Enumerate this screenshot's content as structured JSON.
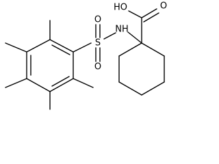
{
  "molecule": {
    "atoms": {
      "sulfur": "S",
      "sulfonyl_oxygen_top": "O",
      "sulfonyl_oxygen_bottom": "O",
      "amine_nh": "NH",
      "hydroxyl": "HO",
      "carbonyl_oxygen": "O"
    }
  },
  "colors": {
    "bond": "#000000",
    "label": "#000000",
    "background": "#ffffff"
  }
}
